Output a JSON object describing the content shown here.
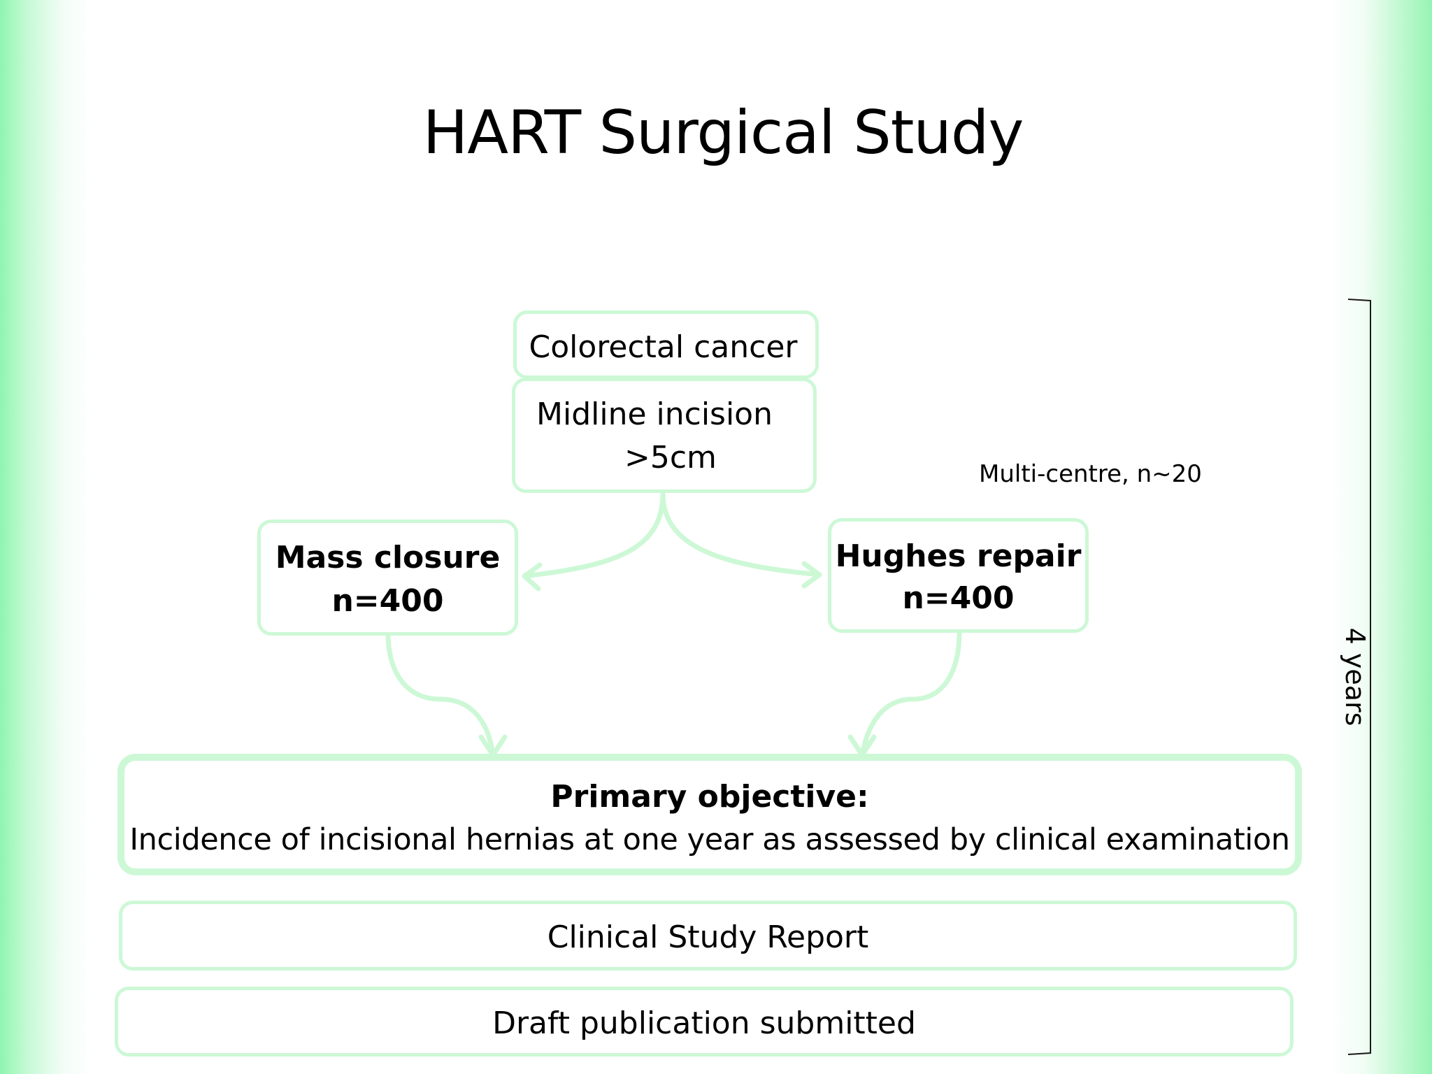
{
  "title": "HART Surgical Study",
  "nodes": {
    "colorectal": "Colorectal cancer",
    "midline_line1": "Midline incision",
    "midline_line2": ">5cm",
    "mass_line1": "Mass closure",
    "mass_line2": "n=400",
    "hughes_line1": "Hughes repair",
    "hughes_line2": "n=400",
    "primary_heading": "Primary objective:",
    "primary_text": "Incidence of incisional hernias at one year as assessed by clinical examination",
    "report": "Clinical Study Report",
    "publication": "Draft publication submitted"
  },
  "annotations": {
    "multi_centre": "Multi-centre, n~20",
    "duration": "4 years"
  },
  "colors": {
    "box_border": "#cdf8d6",
    "connector": "#cdf8d6",
    "side_gradient": "#8ff5b0"
  }
}
